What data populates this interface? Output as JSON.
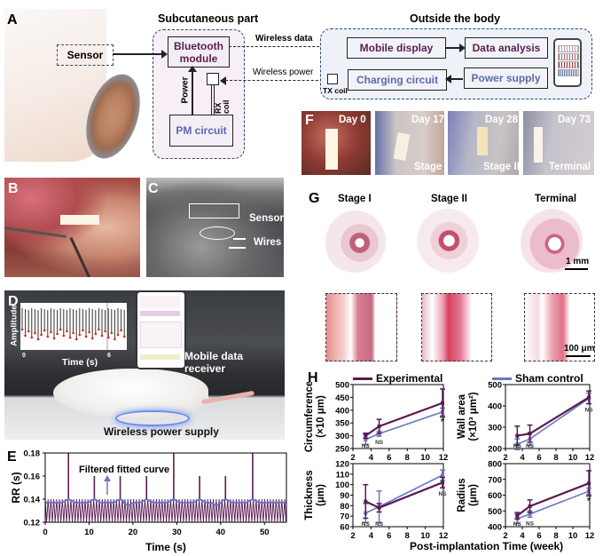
{
  "panels": {
    "A": {
      "label": "A",
      "subcutaneous_title": "Subcutaneous part",
      "outside_title": "Outside the body",
      "sensor": "Sensor",
      "bluetooth": "Bluetooth module",
      "pm_circuit": "PM circuit",
      "power": "Power",
      "rx_coil": "RX coil",
      "wireless_data": "Wireless data",
      "wireless_power": "Wireless power",
      "mobile_display": "Mobile display",
      "data_analysis": "Data analysis",
      "charging_circuit": "Charging circuit",
      "power_supply": "Power supply",
      "tx_coil": "TX coil",
      "colors": {
        "dark_text": "#5a1f4f",
        "blue_text": "#5a6aaa",
        "box_fill_in": "#f6eef6",
        "box_fill_out": "#eef2f8",
        "dash": "#2b4a6b"
      }
    },
    "B": {
      "label": "B"
    },
    "C": {
      "label": "C",
      "sensor": "Sensor",
      "wires": "Wires"
    },
    "D": {
      "label": "D",
      "inset_ylabel": "Amplitude",
      "inset_xlabel": "Time (s)",
      "tick_left": "0",
      "tick_right": "6",
      "mobile_receiver": "Mobile data receiver",
      "wireless_supply": "Wireless power supply"
    },
    "F": {
      "label": "F",
      "images": [
        {
          "day": "Day 0",
          "stage": ""
        },
        {
          "day": "Day 17",
          "stage": "Stage I"
        },
        {
          "day": "Day 28",
          "stage": "Stage II"
        },
        {
          "day": "Day 73",
          "stage": "Terminal"
        }
      ]
    },
    "G": {
      "label": "G",
      "columns": [
        "Stage I",
        "Stage II",
        "Terminal"
      ],
      "scale_large": "1 mm",
      "scale_small": "100 μm"
    },
    "H": {
      "label": "H",
      "legend": [
        {
          "name": "Experimental",
          "color": "#5a1a52"
        },
        {
          "name": "Sham control",
          "color": "#6a78c0"
        }
      ],
      "xlabel": "Post-implantation Time (week)"
    }
  },
  "chart_data": [
    {
      "id": "E",
      "type": "line",
      "title": "",
      "xlabel": "Time (s)",
      "ylabel": "RR (s)",
      "xlim": [
        0,
        55
      ],
      "ylim": [
        0.12,
        0.18
      ],
      "xticks": [
        0,
        10,
        20,
        30,
        40,
        50
      ],
      "yticks": [
        0.12,
        0.14,
        0.16,
        0.18
      ],
      "annotation": "Filtered fitted curve",
      "baseline_high": 0.14,
      "baseline_low": 0.12,
      "peaks": [
        {
          "x": 5.3,
          "y": 0.18
        },
        {
          "x": 11.2,
          "y": 0.16
        },
        {
          "x": 17.1,
          "y": 0.16
        },
        {
          "x": 23.1,
          "y": 0.16
        },
        {
          "x": 29.3,
          "y": 0.18
        },
        {
          "x": 35.2,
          "y": 0.16
        },
        {
          "x": 41.1,
          "y": 0.16
        },
        {
          "x": 47.3,
          "y": 0.18
        }
      ],
      "dips": [
        19.0,
        39.0
      ],
      "fitted_baseline": 0.137,
      "fitted_peak": 0.14,
      "colors": {
        "raw": "#5a1a52",
        "fitted": "#6a78c0"
      }
    },
    {
      "id": "H-circumference",
      "type": "line",
      "ylabel": "Circumference (×10 μm)",
      "xlim": [
        2,
        12
      ],
      "ylim": [
        250,
        500
      ],
      "yticks": [
        250,
        300,
        350,
        400,
        450,
        500
      ],
      "xticks": [
        2,
        4,
        6,
        8,
        10,
        12
      ],
      "x": [
        3.4,
        4.9,
        11.9
      ],
      "series": [
        {
          "name": "Experimental",
          "values": [
            300,
            337,
            428
          ],
          "errors": [
            10,
            27,
            55
          ]
        },
        {
          "name": "Sham control",
          "values": [
            285,
            308,
            393
          ],
          "errors": [
            20,
            10,
            15
          ]
        }
      ],
      "significance": [
        "NS",
        "NS",
        "*"
      ]
    },
    {
      "id": "H-wall-area",
      "type": "line",
      "ylabel": "Wall area (×10³ μm²)",
      "xlim": [
        2,
        12
      ],
      "ylim": [
        200,
        500
      ],
      "yticks": [
        200,
        300,
        400,
        500
      ],
      "xticks": [
        2,
        4,
        6,
        8,
        10,
        12
      ],
      "x": [
        3.4,
        4.9,
        11.9
      ],
      "series": [
        {
          "name": "Experimental",
          "values": [
            260,
            270,
            440
          ],
          "errors": [
            45,
            40,
            30
          ]
        },
        {
          "name": "Sham control",
          "values": [
            220,
            245,
            435
          ],
          "errors": [
            25,
            30,
            25
          ]
        }
      ],
      "significance": [
        "NS",
        "NS",
        "NS"
      ]
    },
    {
      "id": "H-thickness",
      "type": "line",
      "ylabel": "Thickness (μm)",
      "xlim": [
        2,
        12
      ],
      "ylim": [
        60,
        120
      ],
      "yticks": [
        60,
        70,
        80,
        90,
        100,
        110,
        120
      ],
      "xticks": [
        2,
        4,
        6,
        8,
        10,
        12
      ],
      "x": [
        3.4,
        4.9,
        11.9
      ],
      "series": [
        {
          "name": "Experimental",
          "values": [
            84,
            78,
            102
          ],
          "errors": [
            16,
            4,
            5
          ]
        },
        {
          "name": "Sham control",
          "values": [
            73,
            79,
            109
          ],
          "errors": [
            9,
            15,
            5
          ]
        }
      ],
      "significance": [
        "NS",
        "NS",
        "NS"
      ]
    },
    {
      "id": "H-radius",
      "type": "line",
      "ylabel": "Radius (μm)",
      "xlim": [
        2,
        12
      ],
      "ylim": [
        400,
        800
      ],
      "yticks": [
        400,
        500,
        600,
        700,
        800
      ],
      "xticks": [
        2,
        4,
        6,
        8,
        10,
        12
      ],
      "x": [
        3.4,
        4.9,
        11.9
      ],
      "series": [
        {
          "name": "Experimental",
          "values": [
            470,
            530,
            675
          ],
          "errors": [
            20,
            40,
            80
          ]
        },
        {
          "name": "Sham control",
          "values": [
            450,
            480,
            625
          ],
          "errors": [
            30,
            20,
            20
          ]
        }
      ],
      "significance": [
        "NS",
        "NS",
        "*"
      ]
    }
  ]
}
